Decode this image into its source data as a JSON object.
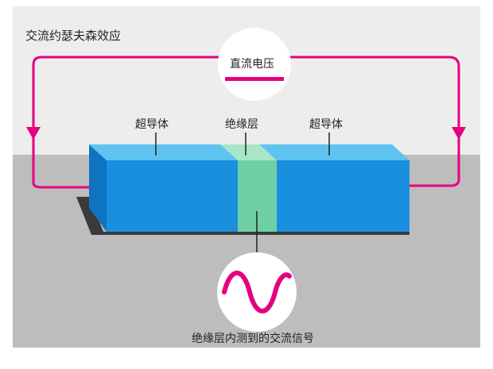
{
  "title": "交流约瑟夫森效应",
  "labels": {
    "dc_voltage": "直流电压",
    "superconductor_left": "超导体",
    "insulator": "绝缘层",
    "superconductor_right": "超导体",
    "ac_signal": "绝缘层内测到的交流信号"
  },
  "colors": {
    "wire": "#e5007e",
    "backdrop": "#ededed",
    "floor": "#bdbdbd",
    "block_front": "#1a8fe0",
    "block_top": "#5fc3f0",
    "block_side": "#0f74c0",
    "insulator_front": "#6fd0a6",
    "insulator_top": "#a9e6c8"
  },
  "icons": {
    "dc_symbol": "dc-line-icon",
    "ac_symbol": "sine-wave-icon",
    "arrows": "arrow-down-icon"
  }
}
